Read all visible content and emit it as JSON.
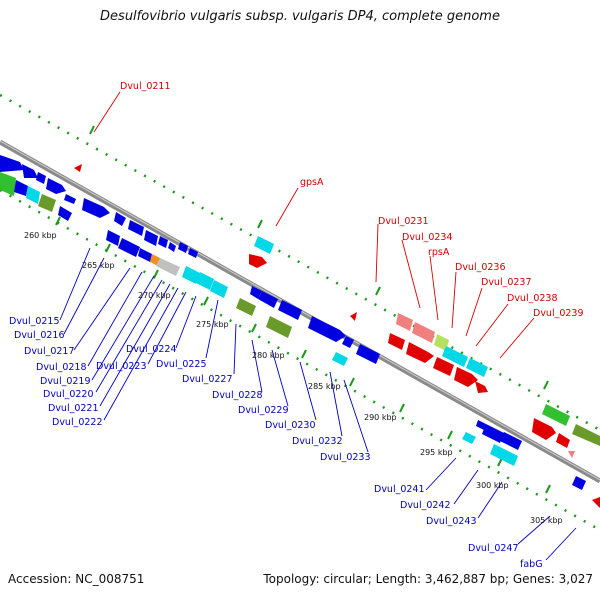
{
  "title": "Desulfovibrio vulgaris subsp. vulgaris DP4, complete genome",
  "footer": {
    "accession": "Accession: NC_008751",
    "summary": "Topology: circular; Length: 3,462,887 bp; Genes: 3,027"
  },
  "scale_ticks": [
    "260 kbp",
    "265 kbp",
    "270 kbp",
    "275 kbp",
    "280 kbp",
    "285 kbp",
    "290 kbp",
    "295 kbp",
    "300 kbp",
    "305 kbp"
  ],
  "gene_labels_upper": [
    "Dvul_0211",
    "gpsA",
    "Dvul_0231",
    "Dvul_0234",
    "rpsA",
    "Dvul_0236",
    "Dvul_0237",
    "Dvul_0238",
    "Dvul_0239"
  ],
  "gene_labels_lower": [
    "Dvul_0215",
    "Dvul_0216",
    "Dvul_0217",
    "Dvul_0218",
    "Dvul_0219",
    "Dvul_0220",
    "Dvul_0221",
    "Dvul_0222",
    "Dvul_0223",
    "Dvul_0224",
    "Dvul_0225",
    "Dvul_0227",
    "Dvul_0228",
    "Dvul_0229",
    "Dvul_0230",
    "Dvul_0232",
    "Dvul_0233",
    "Dvul_0241",
    "Dvul_0242",
    "Dvul_0243",
    "Dvul_0247",
    "fabG"
  ],
  "colors": {
    "backbone": "#8a8a8a",
    "forward_strand": "#e00000",
    "reverse_strand": "#0000e0",
    "tick": "#1a9a1a",
    "cyan_feature": "#00d8e8",
    "olive_feature": "#6a9a2a",
    "green_feature": "#30c030",
    "pink_feature": "#f08080"
  }
}
